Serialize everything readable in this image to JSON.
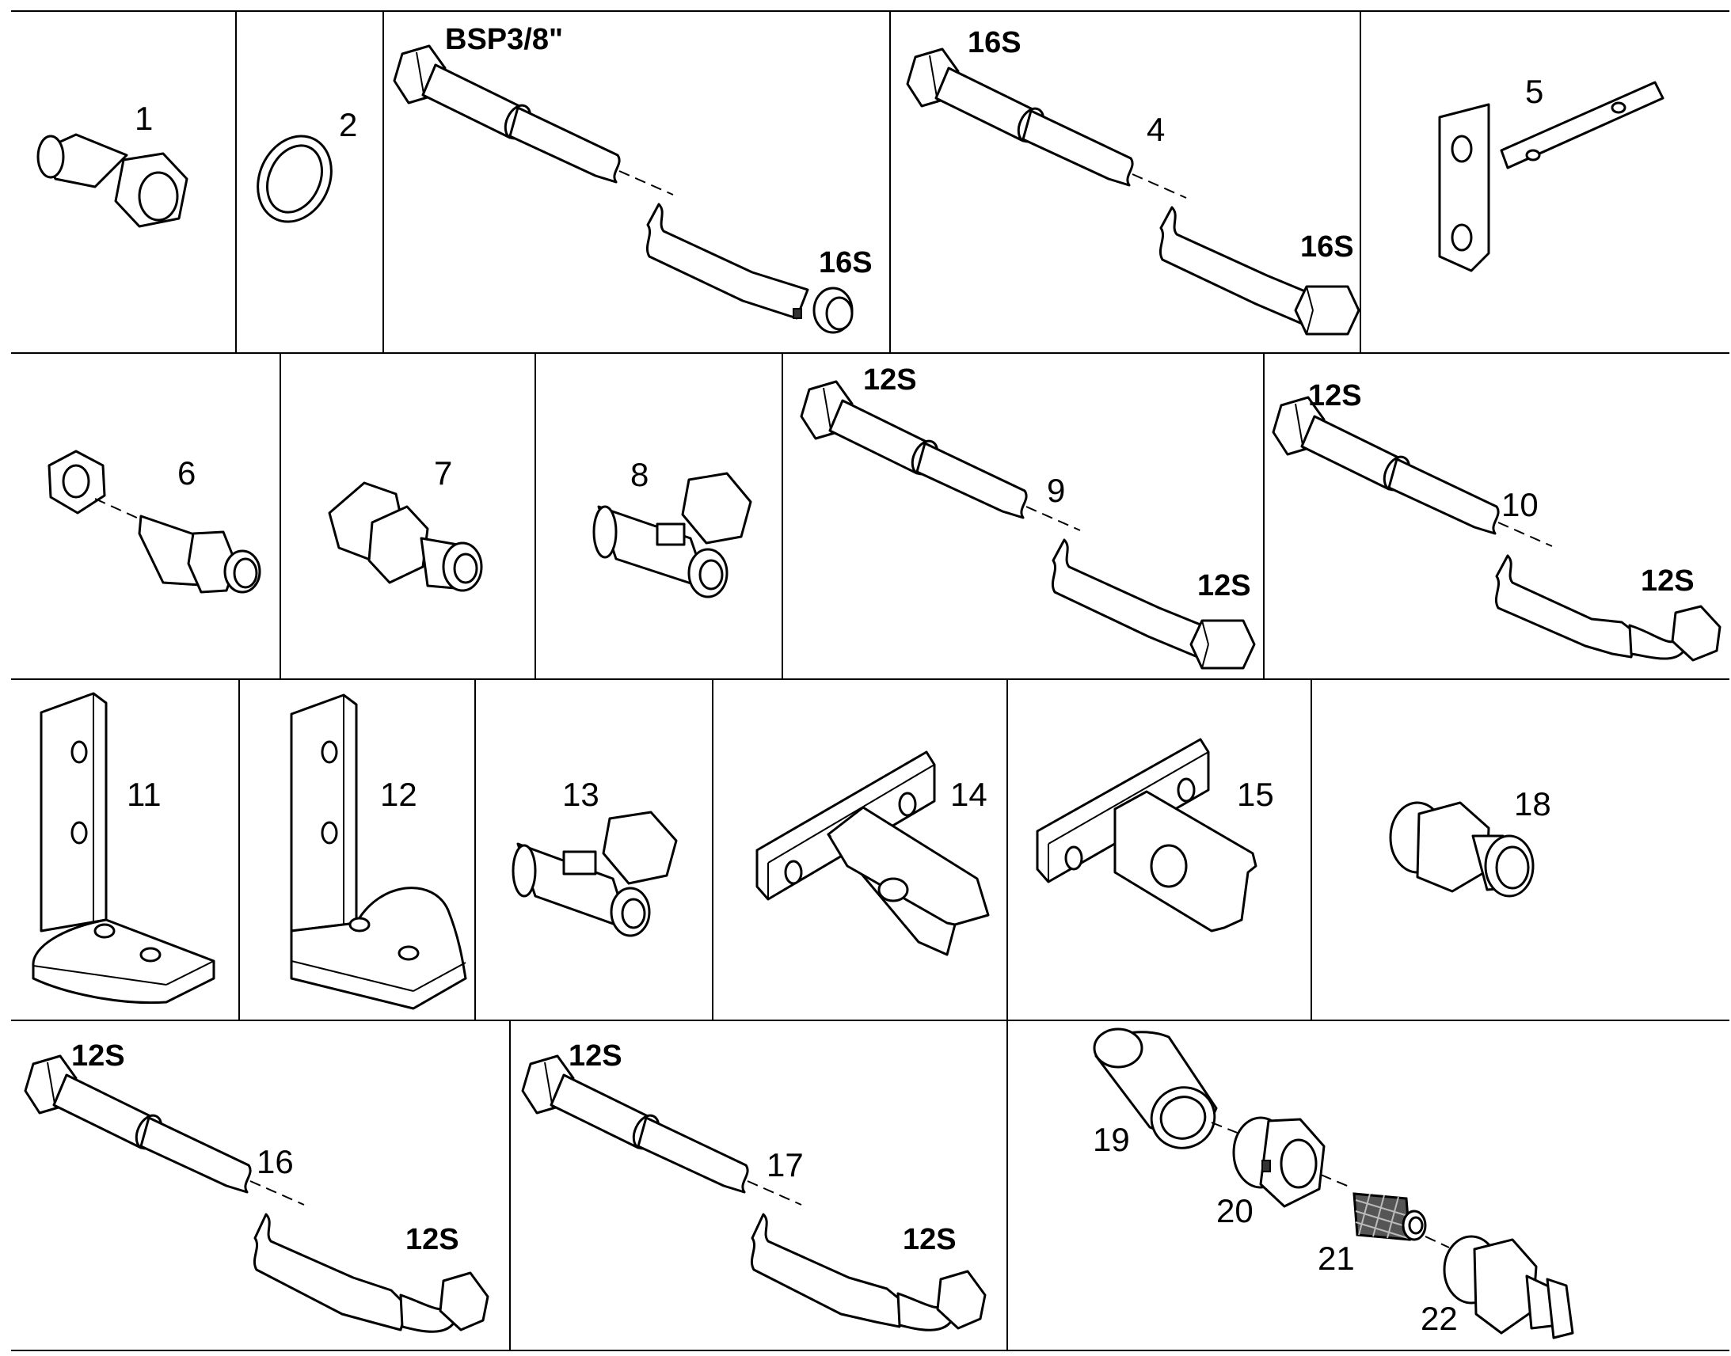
{
  "parts": [
    {
      "id": "part-1",
      "label": "1"
    },
    {
      "id": "part-2",
      "label": "2"
    },
    {
      "id": "part-3",
      "label": "",
      "specs": [
        "BSP3/8\"",
        "16S"
      ]
    },
    {
      "id": "part-4",
      "label": "4",
      "specs": [
        "16S",
        "16S"
      ]
    },
    {
      "id": "part-5",
      "label": "5"
    },
    {
      "id": "part-6",
      "label": "6"
    },
    {
      "id": "part-7",
      "label": "7"
    },
    {
      "id": "part-8",
      "label": "8"
    },
    {
      "id": "part-9",
      "label": "9",
      "specs": [
        "12S",
        "12S"
      ]
    },
    {
      "id": "part-10",
      "label": "10",
      "specs": [
        "12S",
        "12S"
      ]
    },
    {
      "id": "part-11",
      "label": "11"
    },
    {
      "id": "part-12",
      "label": "12"
    },
    {
      "id": "part-13",
      "label": "13"
    },
    {
      "id": "part-14",
      "label": "14"
    },
    {
      "id": "part-15",
      "label": "15"
    },
    {
      "id": "part-18",
      "label": "18"
    },
    {
      "id": "part-16",
      "label": "16",
      "specs": [
        "12S",
        "12S"
      ]
    },
    {
      "id": "part-17",
      "label": "17",
      "specs": [
        "12S",
        "12S"
      ]
    },
    {
      "id": "part-19",
      "label": "19"
    },
    {
      "id": "part-20",
      "label": "20"
    },
    {
      "id": "part-21",
      "label": "21"
    },
    {
      "id": "part-22",
      "label": "22"
    }
  ]
}
